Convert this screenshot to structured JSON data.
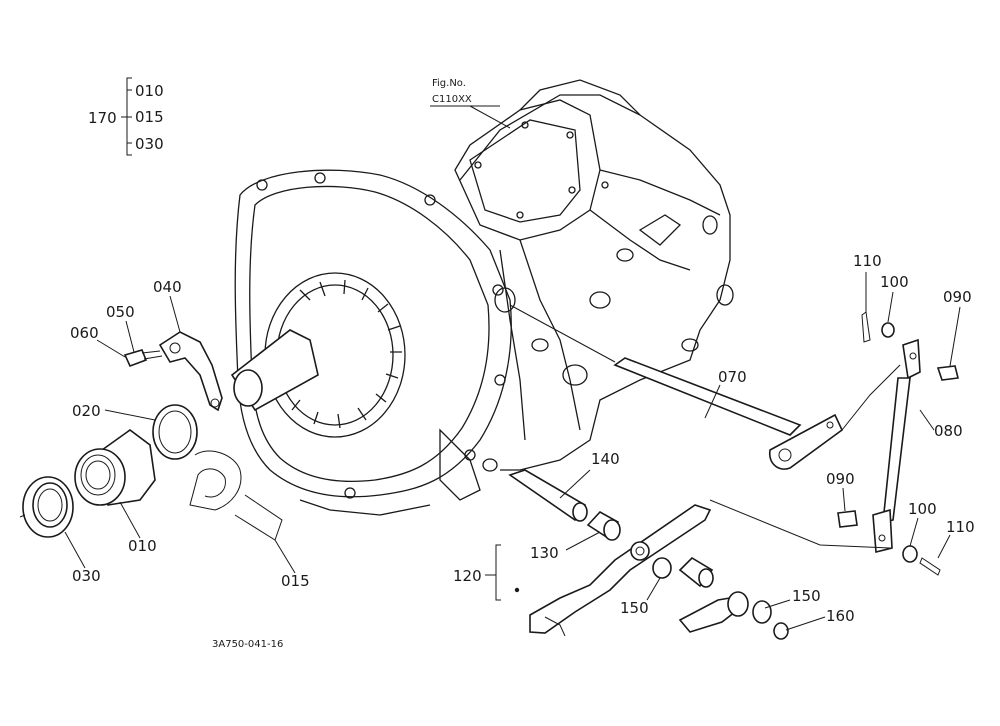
{
  "figure_ref": {
    "line1": "Fig.No.",
    "line2": "C110XX"
  },
  "assembly_group": {
    "number": "170",
    "members": [
      "010",
      "015",
      "030"
    ]
  },
  "callouts": {
    "p010": "010",
    "p015": "015",
    "p020": "020",
    "p030": "030",
    "p040": "040",
    "p050": "050",
    "p060": "060",
    "p070": "070",
    "p080": "080",
    "p090a": "090",
    "p090b": "090",
    "p100a": "100",
    "p100b": "100",
    "p110a": "110",
    "p110b": "110",
    "p120": "120",
    "p130": "130",
    "p140": "140",
    "p150a": "150",
    "p150b": "150",
    "p160": "160"
  },
  "drawing_code": "3A750-041-16"
}
